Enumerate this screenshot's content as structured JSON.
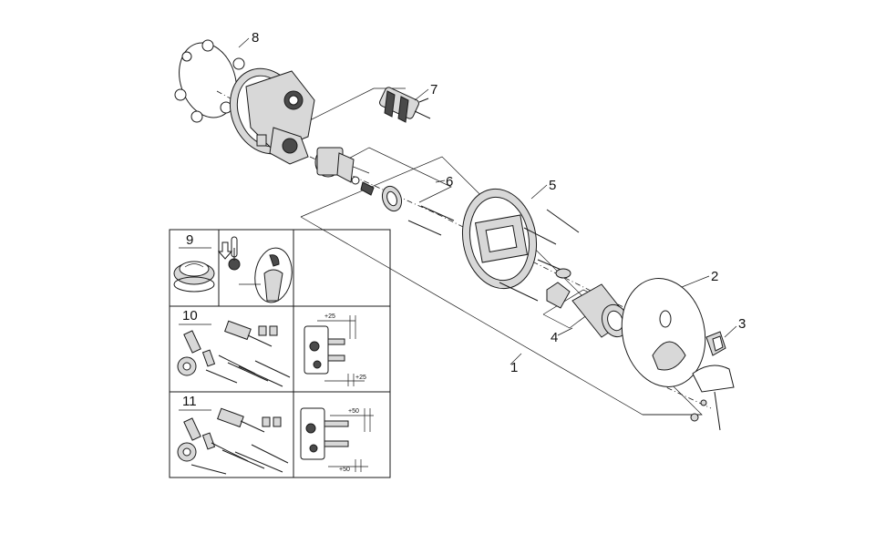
{
  "callouts": {
    "c1": "1",
    "c2": "2",
    "c3": "3",
    "c4": "4",
    "c5": "5",
    "c6": "6",
    "c7": "7",
    "c8": "8"
  },
  "panels": {
    "p9": {
      "number": "9"
    },
    "p10": {
      "number": "10",
      "dim_top": "+25",
      "dim_bottom": "+25"
    },
    "p11": {
      "number": "11",
      "dim_top": "+50",
      "dim_bottom": "+50"
    }
  },
  "icons": {
    "thermometer": "thermometer-icon",
    "down_arrow": "down-arrow-icon"
  }
}
